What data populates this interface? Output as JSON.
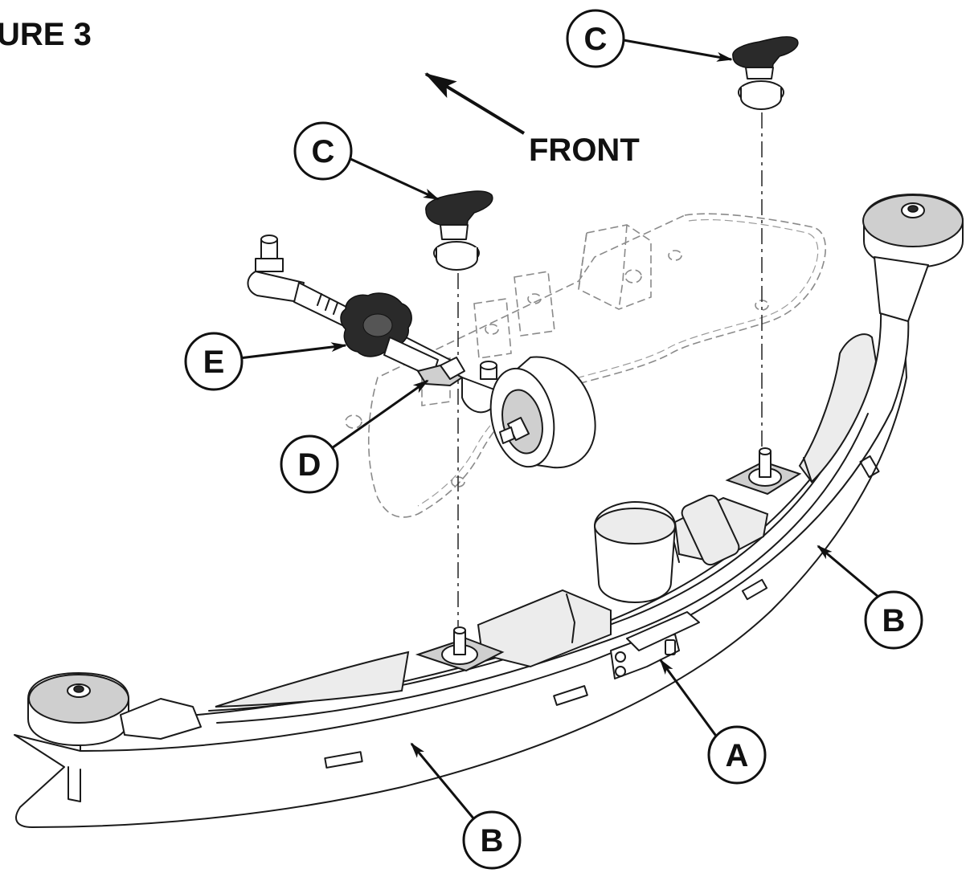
{
  "figure": {
    "heading": "URE 3",
    "direction_label": "FRONT"
  },
  "callouts": [
    {
      "id": "c-top",
      "letter": "C"
    },
    {
      "id": "c-mid",
      "letter": "C"
    },
    {
      "id": "e",
      "letter": "E"
    },
    {
      "id": "d",
      "letter": "D"
    },
    {
      "id": "b-right",
      "letter": "B"
    },
    {
      "id": "a",
      "letter": "A"
    },
    {
      "id": "b-bottom",
      "letter": "B"
    }
  ],
  "colors": {
    "ink": "#1a1a1a",
    "ghost_outline": "#8a8a8a",
    "background": "#ffffff"
  }
}
